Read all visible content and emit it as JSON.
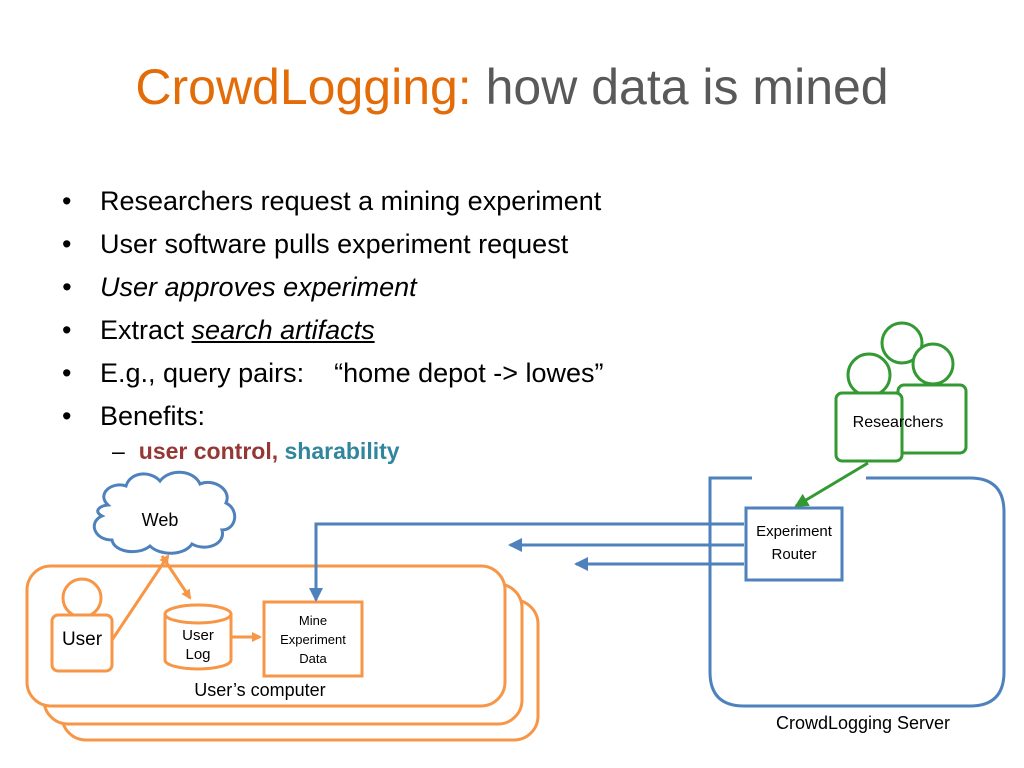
{
  "slide": {
    "title_accent": "CrowdLogging:",
    "title_rest": "how data is mined"
  },
  "bullets": {
    "b1": "Researchers request a mining experiment",
    "b2": "User software pulls experiment request",
    "b3": "User approves experiment",
    "b4_prefix": "Extract",
    "b4_link": "search artifacts",
    "b5": "E.g., query pairs:    “home depot -> lowes”",
    "b6": "Benefits:",
    "sub_dash": "–",
    "sub_a": "user control,",
    "sub_b": "sharability"
  },
  "diagram": {
    "web": "Web",
    "user": "User",
    "user_log_1": "User",
    "user_log_2": "Log",
    "mine_1": "Mine",
    "mine_2": "Experiment",
    "mine_3": "Data",
    "users_computer": "User’s computer",
    "researchers": "Researchers",
    "router_1": "Experiment",
    "router_2": "Router",
    "server": "CrowdLogging Server",
    "colors": {
      "orange": "#F79646",
      "blue": "#4F81BD",
      "green": "#339933",
      "title_accent": "#E36C09",
      "title_gray": "#595959",
      "benefit_red": "#953735",
      "benefit_teal": "#31859C"
    }
  }
}
